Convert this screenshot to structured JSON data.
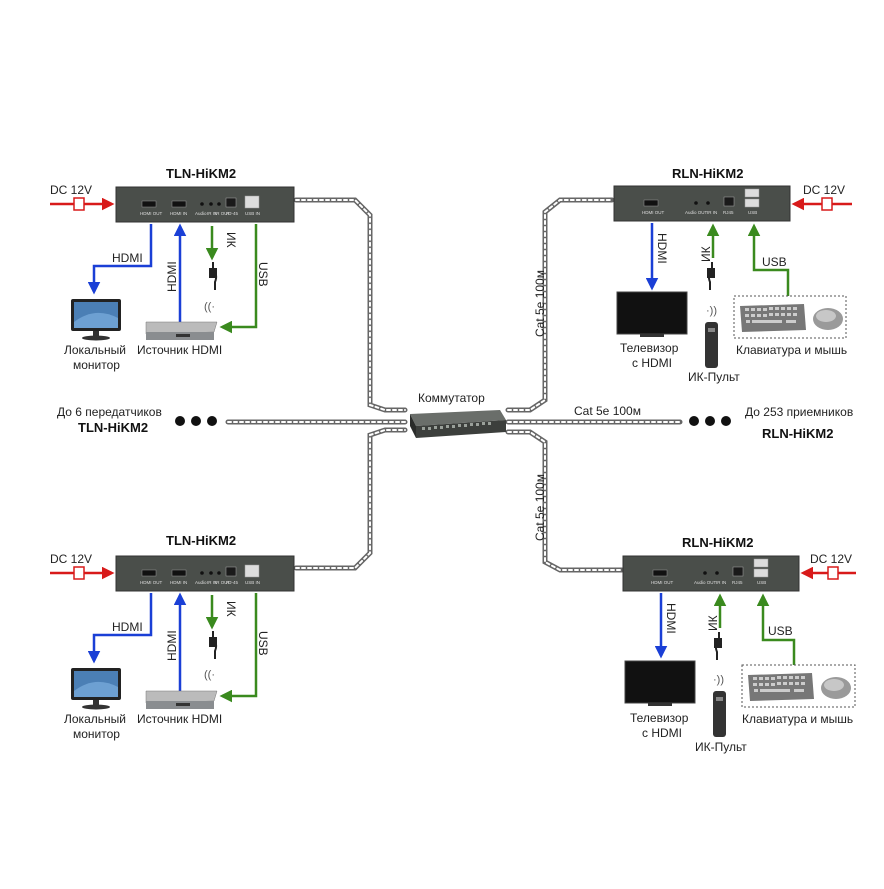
{
  "transmitters": [
    {
      "model": "TLN-HiKM2",
      "power": "DC 12V",
      "hdmi": "HDMI",
      "ir": "ИК",
      "usb": "USB",
      "monitor": [
        "Локальный",
        "монитор"
      ],
      "source": "Источник HDMI",
      "ports": [
        "HDMI OUT",
        "HDMI IN",
        "Audio",
        "IR IN",
        "IR OUT",
        "RJ-45",
        "USB IN"
      ]
    },
    {
      "model": "TLN-HiKM2",
      "power": "DC 12V",
      "hdmi": "HDMI",
      "ir": "ИК",
      "usb": "USB",
      "monitor": [
        "Локальный",
        "монитор"
      ],
      "source": "Источник HDMI",
      "ports": [
        "HDMI OUT",
        "HDMI IN",
        "Audio",
        "IR IN",
        "IR OUT",
        "RJ-45",
        "USB IN"
      ]
    }
  ],
  "receivers": [
    {
      "model": "RLN-HiKM2",
      "power": "DC 12V",
      "hdmi": "HDMI",
      "ir": "ИК",
      "usb": "USB",
      "tv": [
        "Телевизор",
        "с HDMI"
      ],
      "remote": "ИК-Пульт",
      "kbd": "Клавиатура и мышь",
      "ports": [
        "HDMI OUT",
        "Audio OUT",
        "IR IN",
        "RJ45",
        "USB"
      ]
    },
    {
      "model": "RLN-HiKM2",
      "power": "DC 12V",
      "hdmi": "HDMI",
      "ir": "ИК",
      "usb": "USB",
      "tv": [
        "Телевизор",
        "с HDMI"
      ],
      "remote": "ИК-Пульт",
      "kbd": "Клавиатура и мышь",
      "ports": [
        "HDMI OUT",
        "Audio OUT",
        "IR IN",
        "RJ45",
        "USB"
      ]
    }
  ],
  "switch_label": "Коммутатор",
  "cable_labels": [
    "Cat 5e 100м",
    "Cat 5e 100м",
    "Cat 5e 100м"
  ],
  "more_tx": {
    "line1": "До 6 передатчиков",
    "line2": "TLN-HiKM2"
  },
  "more_rx": {
    "line1": "До 253 приемников",
    "line2": "RLN-HiKM2"
  },
  "colors": {
    "hdmi": "#1a3fd6",
    "ir_usb": "#3a8a1e",
    "power": "#d81a1a",
    "device": "#4a4e4a",
    "cable": "#8a8a8a"
  }
}
